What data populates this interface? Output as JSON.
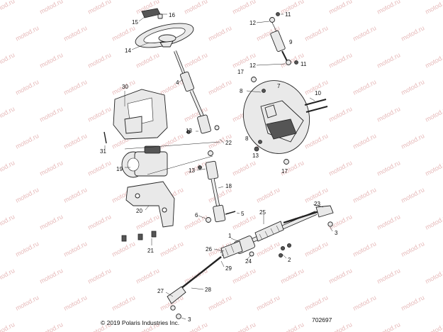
{
  "footer": {
    "copyright": "© 2019 Polaris Industries Inc.",
    "diagram_id": "702697"
  },
  "watermark": "motod.ru",
  "part_labels": [
    {
      "id": "p16a",
      "text": "16"
    },
    {
      "id": "p15",
      "text": "15"
    },
    {
      "id": "p14",
      "text": "14"
    },
    {
      "id": "p11a",
      "text": "11"
    },
    {
      "id": "p12a",
      "text": "12"
    },
    {
      "id": "p9",
      "text": "9"
    },
    {
      "id": "p12b",
      "text": "12"
    },
    {
      "id": "p11b",
      "text": "11"
    },
    {
      "id": "p4",
      "text": "4"
    },
    {
      "id": "p17a",
      "text": "17"
    },
    {
      "id": "p7",
      "text": "7"
    },
    {
      "id": "p8a",
      "text": "8"
    },
    {
      "id": "p10",
      "text": "10"
    },
    {
      "id": "p30",
      "text": "30"
    },
    {
      "id": "p13a",
      "text": "13"
    },
    {
      "id": "p22",
      "text": "22"
    },
    {
      "id": "p8b",
      "text": "8"
    },
    {
      "id": "p13b",
      "text": "13"
    },
    {
      "id": "p31",
      "text": "31"
    },
    {
      "id": "p19",
      "text": "19"
    },
    {
      "id": "p13c",
      "text": "13"
    },
    {
      "id": "p17b",
      "text": "17"
    },
    {
      "id": "p18",
      "text": "18"
    },
    {
      "id": "p23",
      "text": "23"
    },
    {
      "id": "p20",
      "text": "20"
    },
    {
      "id": "p6",
      "text": "6"
    },
    {
      "id": "p5",
      "text": "5"
    },
    {
      "id": "p25",
      "text": "25"
    },
    {
      "id": "p3a",
      "text": "3"
    },
    {
      "id": "p1",
      "text": "1"
    },
    {
      "id": "p21",
      "text": "21"
    },
    {
      "id": "p26",
      "text": "26"
    },
    {
      "id": "p24",
      "text": "24"
    },
    {
      "id": "p2",
      "text": "2"
    },
    {
      "id": "p29",
      "text": "29"
    },
    {
      "id": "p27",
      "text": "27"
    },
    {
      "id": "p28",
      "text": "28"
    },
    {
      "id": "p3b",
      "text": "3"
    }
  ]
}
